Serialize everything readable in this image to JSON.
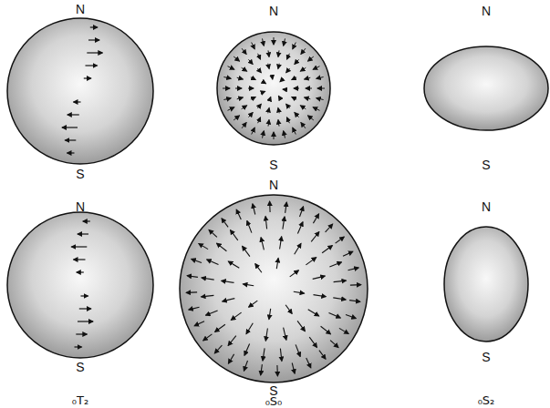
{
  "diagram": {
    "labels": [
      "N",
      "N",
      "N",
      "S",
      "S",
      "S",
      "N",
      "N",
      "N",
      "S",
      "S",
      "S",
      "₀T₂",
      "₀S₀",
      "₀S₂"
    ]
  }
}
